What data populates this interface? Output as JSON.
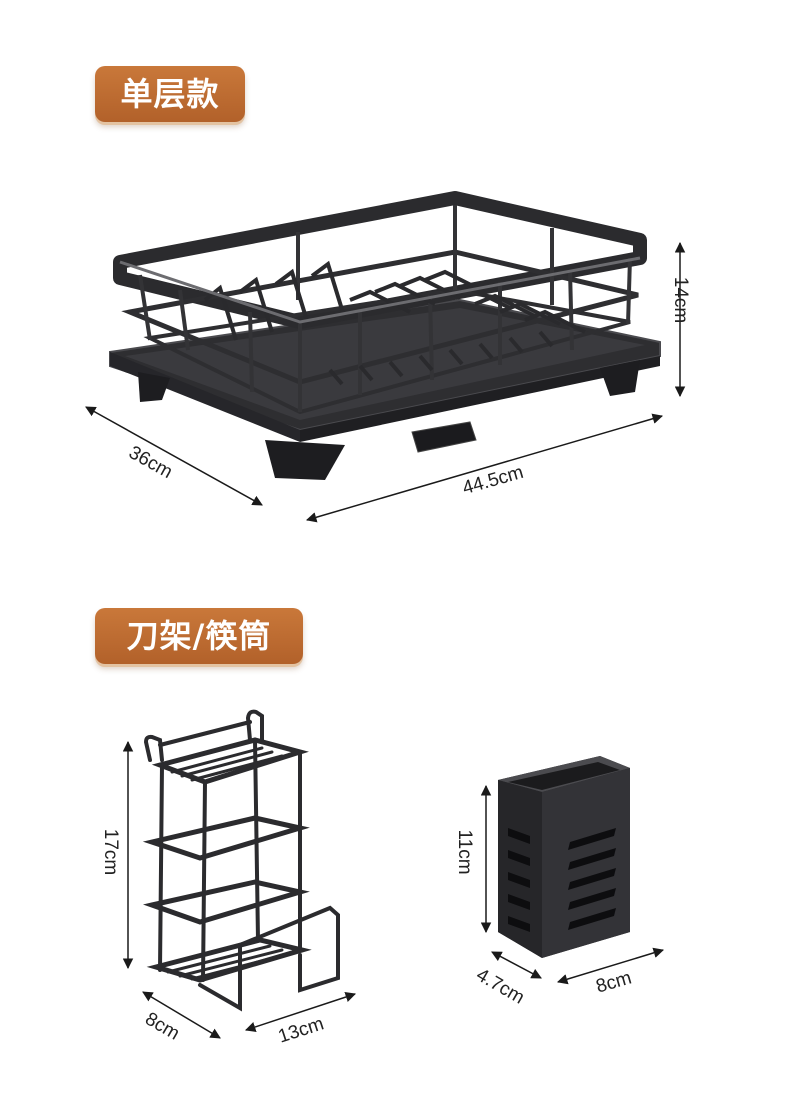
{
  "section_single": {
    "title": "单层款",
    "dims": {
      "height": "14cm",
      "depth": "36cm",
      "width": "44.5cm"
    }
  },
  "section_utensil": {
    "title": "刀架/筷筒",
    "knife_rack": {
      "height": "17cm",
      "depth": "8cm",
      "width": "13cm"
    },
    "chopstick_holder": {
      "height": "11cm",
      "depth": "4.7cm",
      "width": "8cm"
    }
  },
  "colors": {
    "badge": "#bf6c31",
    "product": "#2b2b2d",
    "dimension_line": "#1a1a1a"
  }
}
